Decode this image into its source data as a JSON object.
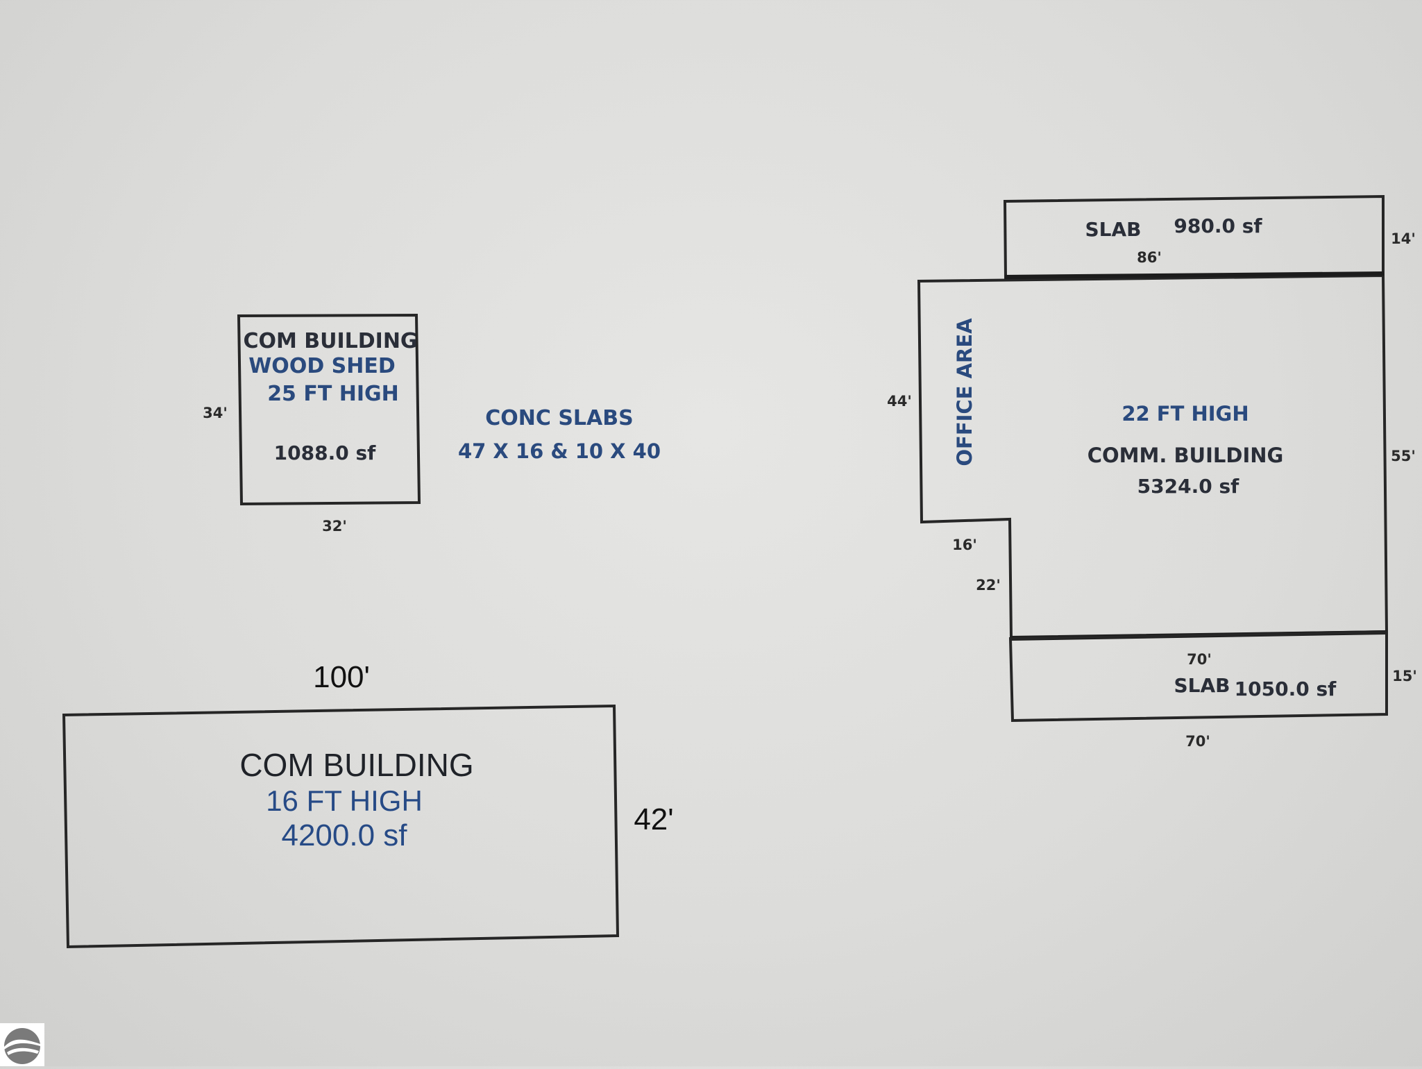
{
  "buildings": {
    "wood_shed": {
      "line1": "COM BUILDING",
      "line2": "WOOD SHED",
      "height": "25 FT HIGH",
      "area": "1088.0 sf",
      "dim_left": "34'",
      "dim_bottom": "32'"
    },
    "conc_slabs": {
      "line1": "CONC SLABS",
      "line2": "47 X 16 & 10 X 40"
    },
    "com_building_large": {
      "line1": "COM BUILDING",
      "height": "16 FT HIGH",
      "area": "4200.0 sf",
      "dim_top": "100'",
      "dim_right": "42'"
    },
    "comm_building": {
      "office_label": "OFFICE AREA",
      "height": "22 FT HIGH",
      "name": "COMM. BUILDING",
      "area": "5324.0 sf",
      "dim_left": "44'",
      "dim_right": "55'",
      "dim_notch_width": "16'",
      "dim_notch_height": "22'"
    },
    "slab_top": {
      "label": "SLAB",
      "area": "980.0 sf",
      "dim_width": "86'",
      "dim_right": "14'"
    },
    "slab_bottom": {
      "label": "SLAB",
      "area": "1050.0 sf",
      "dim_top": "70'",
      "dim_bottom": "70'",
      "dim_right": "15'"
    }
  },
  "colors": {
    "outline": "#262626",
    "label_dark": "#2a2e38",
    "label_blue": "#2a4a7e",
    "paper": "#dcdcda"
  },
  "logo": {
    "icon": "mountain-circle-logo-icon"
  }
}
